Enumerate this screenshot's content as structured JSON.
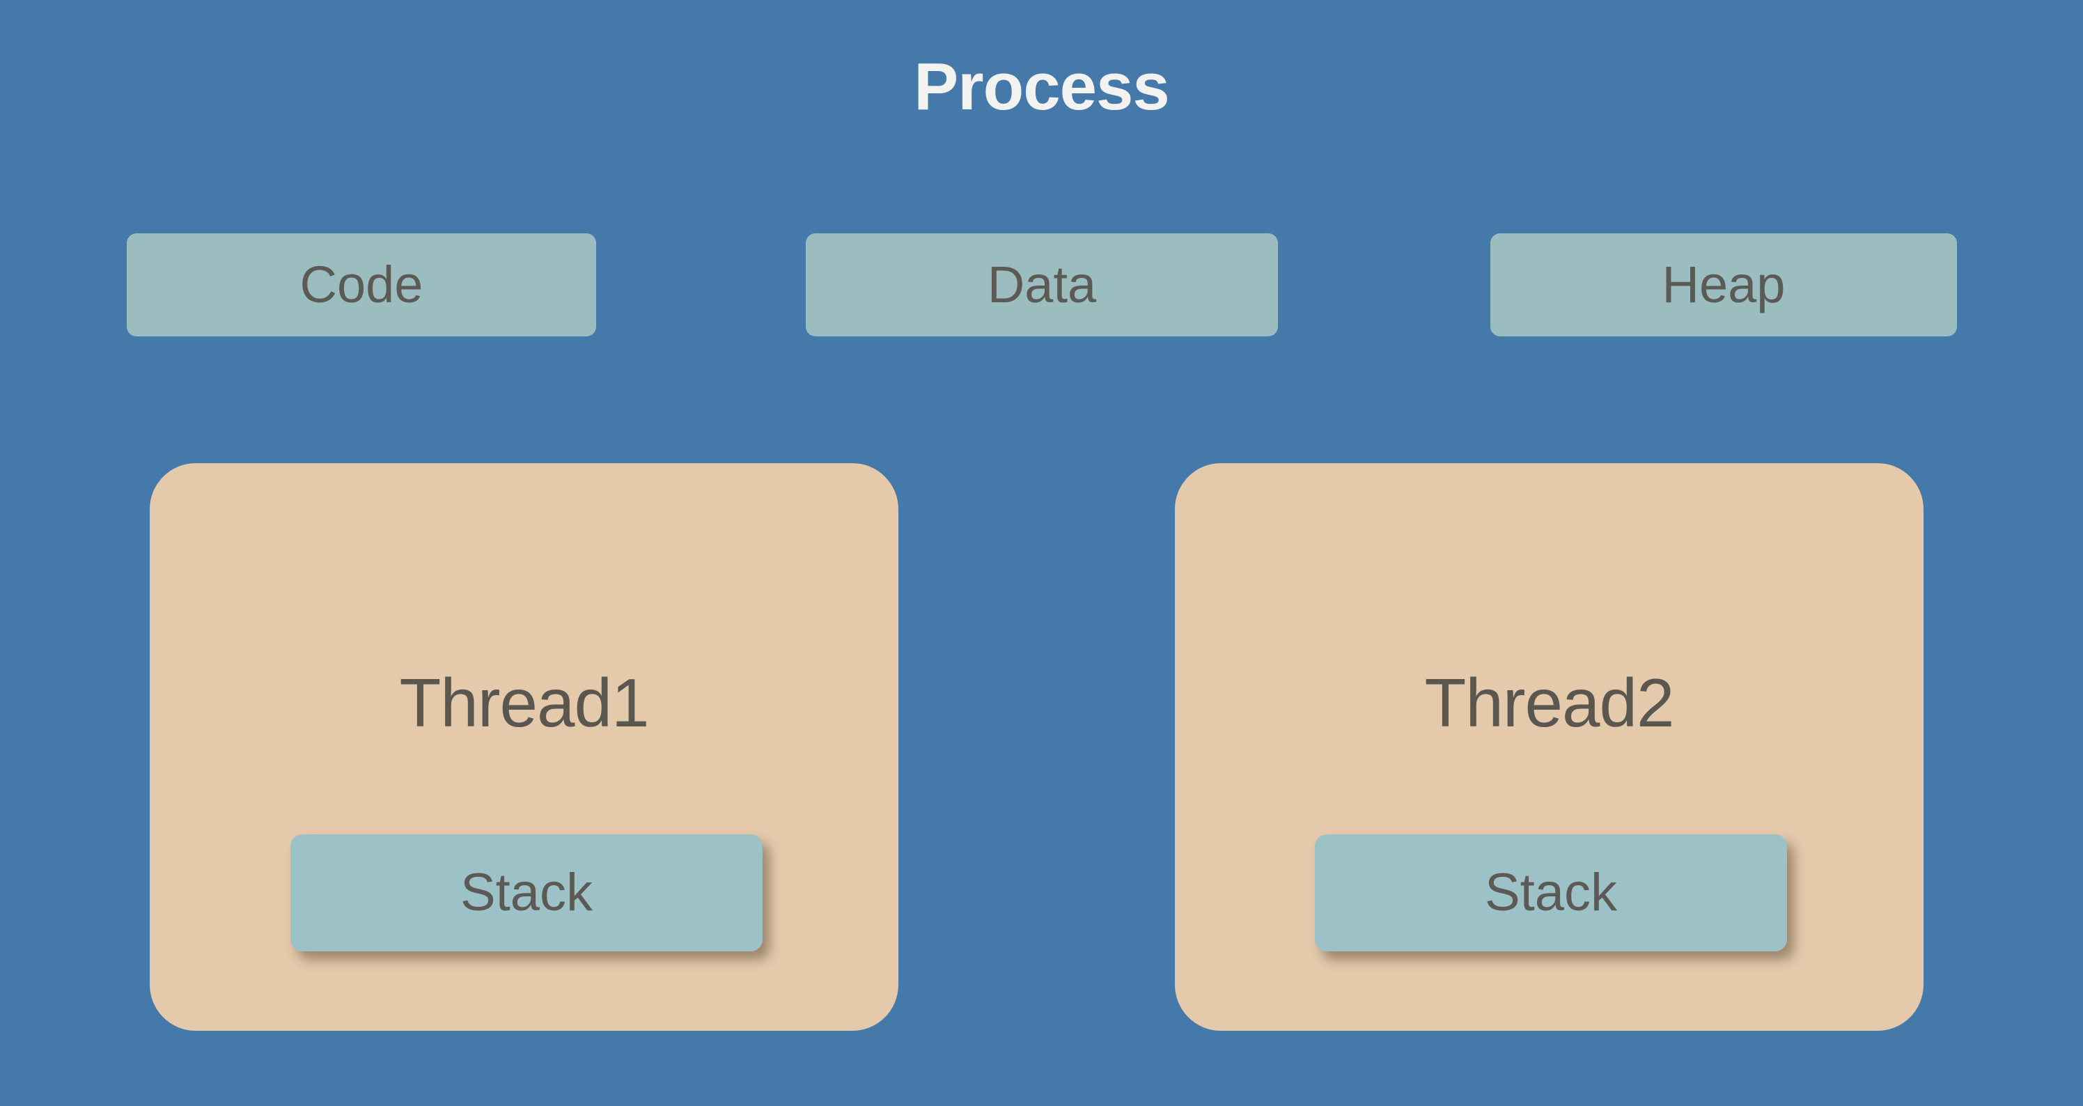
{
  "diagram": {
    "title": "Process",
    "background_color": "#4479aa",
    "title_color": "#f2f2f0",
    "segment_color": "#9cbdc0",
    "thread_color": "#e4c9ab",
    "stack_color": "#9cc2c8",
    "label_color": "#5c5a55",
    "segments": [
      {
        "label": "Code"
      },
      {
        "label": "Data"
      },
      {
        "label": "Heap"
      }
    ],
    "threads": [
      {
        "label": "Thread1",
        "stack_label": "Stack"
      },
      {
        "label": "Thread2",
        "stack_label": "Stack"
      }
    ]
  }
}
